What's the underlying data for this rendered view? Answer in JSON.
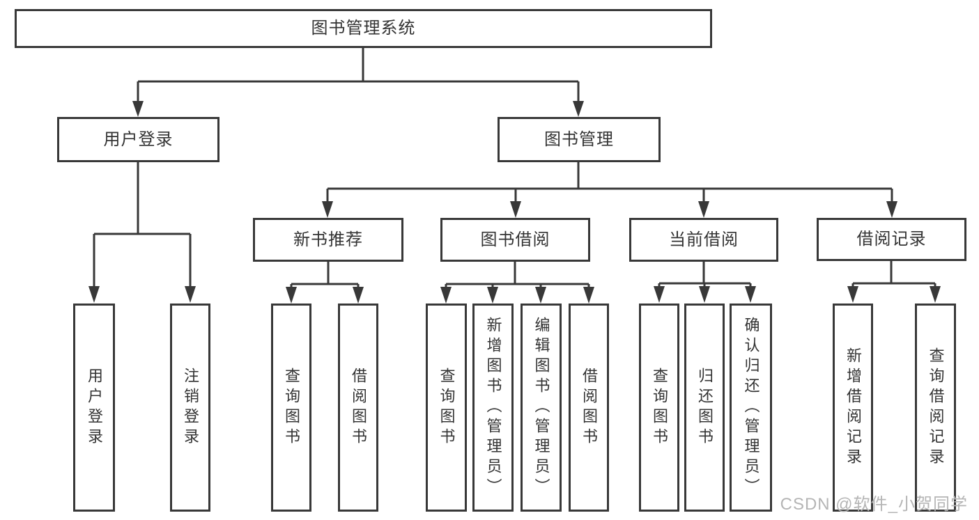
{
  "colors": {
    "line": "#383838",
    "node_border": "#383838",
    "node_text": "#333333",
    "background": "#ffffff",
    "watermark_color": "#b5b5b5"
  },
  "tree": {
    "root": {
      "label": "图书管理系统"
    },
    "children": [
      {
        "label": "用户登录",
        "children": [
          {
            "label": "用户登录"
          },
          {
            "label": "注销登录"
          }
        ]
      },
      {
        "label": "图书管理",
        "children": [
          {
            "label": "新书推荐",
            "children": [
              {
                "label": "查询图书"
              },
              {
                "label": "借阅图书"
              }
            ]
          },
          {
            "label": "图书借阅",
            "children": [
              {
                "label": "查询图书"
              },
              {
                "label": "新增图书（管理员）"
              },
              {
                "label": "编辑图书（管理员）"
              },
              {
                "label": "借阅图书"
              }
            ]
          },
          {
            "label": "当前借阅",
            "children": [
              {
                "label": "查询图书"
              },
              {
                "label": "归还图书"
              },
              {
                "label": "确认归还（管理员）"
              }
            ]
          },
          {
            "label": "借阅记录",
            "children": [
              {
                "label": "新增借阅记录"
              },
              {
                "label": "查询借阅记录"
              }
            ]
          }
        ]
      }
    ]
  },
  "watermark": {
    "text": "CSDN @软件_小贺同学"
  }
}
